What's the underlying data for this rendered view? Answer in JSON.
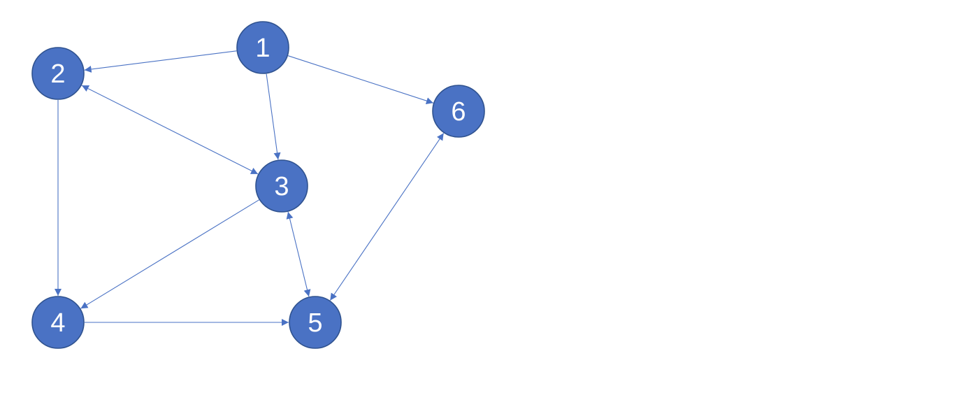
{
  "colors": {
    "node_fill": "#4A72C4",
    "node_stroke": "#2F528F",
    "edge": "#4A72C4",
    "label": "#FFFFFF",
    "background": "#FFFFFF"
  },
  "graph": {
    "nodes": [
      {
        "id": "1",
        "label": "1"
      },
      {
        "id": "2",
        "label": "2"
      },
      {
        "id": "3",
        "label": "3"
      },
      {
        "id": "4",
        "label": "4"
      },
      {
        "id": "5",
        "label": "5"
      },
      {
        "id": "6",
        "label": "6"
      }
    ],
    "edges": [
      {
        "from": "1",
        "to": "2",
        "bidirectional": false
      },
      {
        "from": "1",
        "to": "6",
        "bidirectional": false
      },
      {
        "from": "1",
        "to": "3",
        "bidirectional": false
      },
      {
        "from": "2",
        "to": "3",
        "bidirectional": true
      },
      {
        "from": "2",
        "to": "4",
        "bidirectional": false
      },
      {
        "from": "3",
        "to": "4",
        "bidirectional": false
      },
      {
        "from": "3",
        "to": "5",
        "bidirectional": true
      },
      {
        "from": "6",
        "to": "5",
        "bidirectional": true
      },
      {
        "from": "4",
        "to": "5",
        "bidirectional": false
      }
    ]
  }
}
